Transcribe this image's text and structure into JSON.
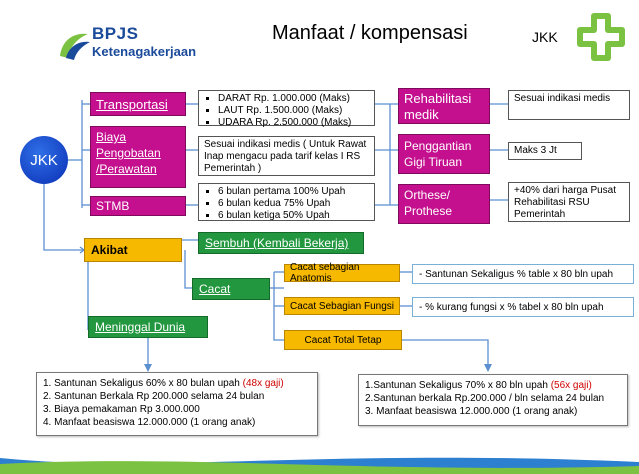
{
  "header": {
    "brand_name": "BPJS",
    "brand_sub": "Ketenagakerjaan",
    "title": "Manfaat / kompensasi",
    "program": "JKK"
  },
  "root": {
    "label": "JKK"
  },
  "benefits": {
    "transport": {
      "label": "Transportasi",
      "items": [
        "DARAT  Rp. 1.000.000 (Maks)",
        "LAUT    Rp. 1.500.000  (Maks)",
        "UDARA  Rp. 2.500.000  (Maks)"
      ]
    },
    "medical": {
      "label_1": "Biaya",
      "label_2": "Pengobatan",
      "label_3": "/Perawatan",
      "info": "Sesuai indikasi medis ( Untuk Rawat Inap mengacu pada tarif kelas I RS Pemerintah )"
    },
    "stmb": {
      "label": "STMB",
      "items": [
        "6 bulan pertama 100% Upah",
        "6 bulan kedua      75%  Upah",
        "6 bulan ketiga      50%  Upah"
      ]
    },
    "rehab": {
      "label": "Rehabilitasi medik",
      "info": "Sesuai indikasi medis"
    },
    "teeth": {
      "label": "Penggantian Gigi Tiruan",
      "info": "Maks 3 Jt"
    },
    "orthese": {
      "label": "Orthese/ Prothese",
      "info": "+40% dari harga Pusat Rehabilitasi RSU Pemerintah"
    }
  },
  "outcomes": {
    "akibat": "Akibat",
    "sembuh": "Sembuh (Kembali Bekerja)",
    "cacat": "Cacat",
    "meninggal": "Meninggal Dunia",
    "disabilities": [
      {
        "label": "Cacat sebagian Anatomis",
        "result": "- Santunan Sekaligus % table  x 80 bln upah"
      },
      {
        "label": "Cacat Sebagian Fungsi",
        "result": "- % kurang fungsi x % tabel x 80 bln upah"
      },
      {
        "label": "Cacat Total Tetap"
      }
    ]
  },
  "death_benefits": {
    "line1": "1. Santunan Sekaligus 60% x 80 bulan upah ",
    "line1_red": "(48x gaji)",
    "line2": "2. Santunan Berkala Rp  200.000 selama 24 bulan",
    "line3": "3. Biaya pemakaman Rp  3.000.000",
    "line4": "4. Manfaat  beasiswa 12.000.000 (1 orang anak)"
  },
  "total_disability_benefits": {
    "line1": "1.Santunan Sekaligus 70% x 80 bln upah ",
    "line1_red": "(56x gaji)",
    "line2": "2.Santunan berkala Rp.200.000 / bln selama 24 bulan",
    "line3": "3. Manfaat  beasiswa 12.000.000 (1 orang anak)"
  },
  "colors": {
    "magenta": "#c4108e",
    "green": "#23973f",
    "orange": "#f7b800",
    "navy": "#0a2fb5",
    "connector": "#5b8fd0"
  }
}
